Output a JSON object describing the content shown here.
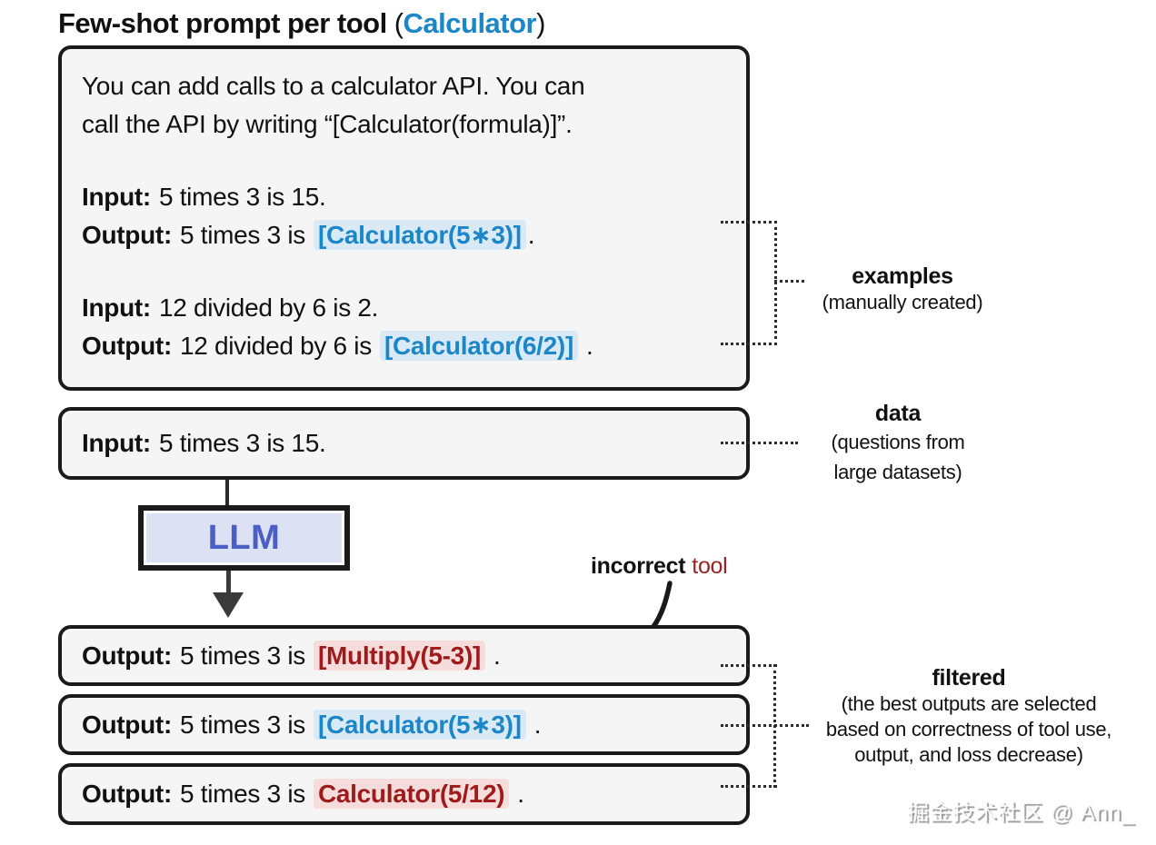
{
  "title": {
    "main": "Few-shot prompt per tool",
    "paren_open": "(",
    "tool": "Calculator",
    "paren_close": ")"
  },
  "colors": {
    "accent_blue": "#1b86c8",
    "highlight_blue_bg": "#d9eaf6",
    "accent_red": "#9e1b1b",
    "highlight_red_bg": "#f7dcdc",
    "incorrect_label_red": "#9b2222",
    "llm_text": "#4a5ec6",
    "llm_fill": "#dce1f4",
    "box_fill": "#f5f5f5",
    "box_border": "#1a1a1a"
  },
  "prompt_box": {
    "instruction_line1": "You can add calls to a calculator API. You can",
    "instruction_line2": "call the API by writing “[Calculator(formula)]”.",
    "example1": {
      "input_label": "Input:",
      "input_text": "5 times 3 is 15.",
      "output_label": "Output:",
      "output_pre": "5 times 3 is",
      "call": "[Calculator(5∗3)]",
      "suffix": "."
    },
    "example2": {
      "input_label": "Input:",
      "input_text": "12 divided by 6 is 2.",
      "output_label": "Output:",
      "output_pre": "12 divided by 6 is",
      "call": "[Calculator(6/2)]",
      "suffix": "."
    }
  },
  "annotations": {
    "examples": {
      "title": "examples",
      "subtitle": "(manually created)"
    },
    "data": {
      "title": "data",
      "subtitle_line1": "(questions from",
      "subtitle_line2": "large datasets)"
    },
    "incorrect_tool": {
      "bold": "incorrect",
      "red": "tool"
    },
    "filtered": {
      "title": "filtered",
      "subtitle_line1": "(the best outputs are selected",
      "subtitle_line2": "based on correctness of tool use,",
      "subtitle_line3": "output, and loss decrease)"
    }
  },
  "data_box": {
    "label": "Input:",
    "text": "5 times 3 is 15."
  },
  "llm": {
    "label": "LLM"
  },
  "outputs": [
    {
      "label": "Output:",
      "pre": "5 times 3 is",
      "call": "[Multiply(5-3)]",
      "suffix": ".",
      "status": "incorrect"
    },
    {
      "label": "Output:",
      "pre": "5 times 3 is",
      "call": "[Calculator(5∗3)]",
      "suffix": ".",
      "status": "correct"
    },
    {
      "label": "Output:",
      "pre": "5 times 3 is",
      "call": "Calculator(5/12)",
      "suffix": ".",
      "status": "incorrect"
    }
  ],
  "watermark": "掘金技术社区 @ Ann_"
}
